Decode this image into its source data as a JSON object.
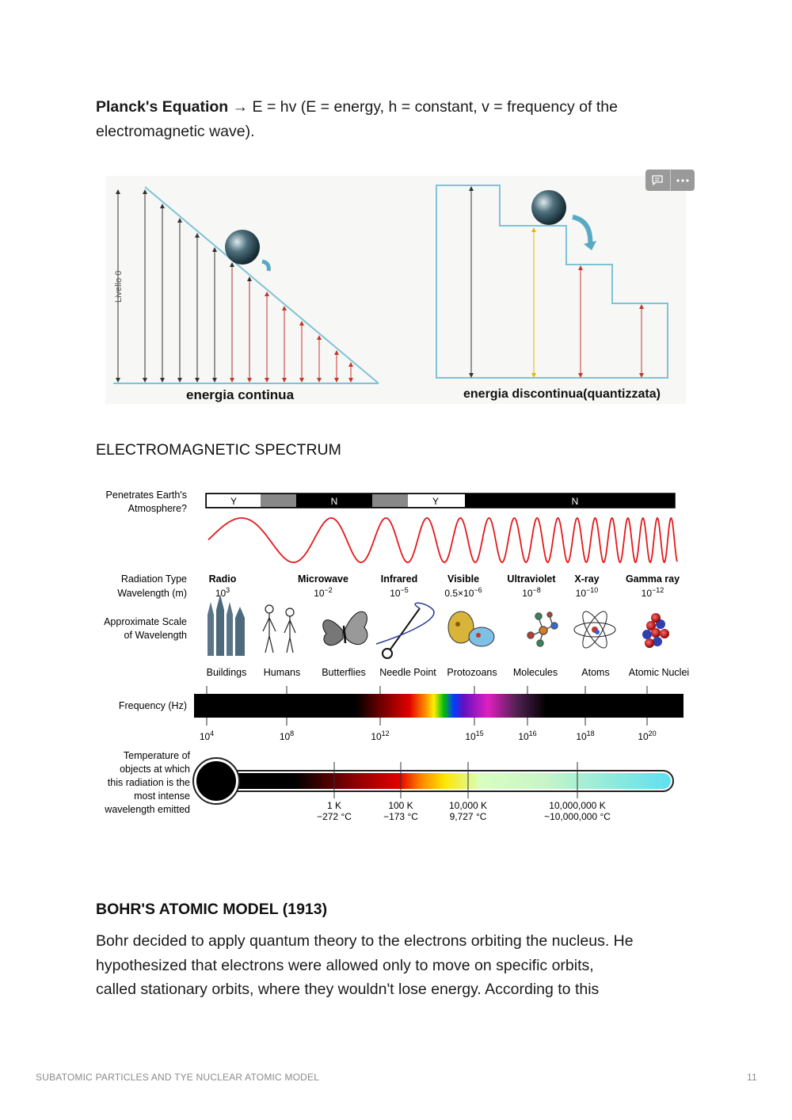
{
  "planck": {
    "term": "Planck's Equation",
    "text": " → E = hv (E = energy, h = constant, v = frequency of the electromagnetic wave)."
  },
  "energy_figure": {
    "left_caption": "energia  continua",
    "right_caption": "energia discontinua(quantizzata)",
    "axis_label": "Livello 0",
    "comment_icon": "comment-icon",
    "more_icon": "more-icon"
  },
  "spectrum_heading": "ELECTROMAGNETIC SPECTRUM",
  "spectrum": {
    "row_labels": {
      "penetrates": [
        "Penetrates Earth's",
        "Atmosphere?"
      ],
      "radiation_type": "Radiation Type",
      "wavelength": "Wavelength (m)",
      "scale": [
        "Approximate Scale",
        "of Wavelength"
      ],
      "frequency": "Frequency (Hz)",
      "temperature": [
        "Temperature of",
        "objects at which",
        "this radiation is the",
        "most intense",
        "wavelength emitted"
      ]
    },
    "atmosphere": [
      "Y",
      "N",
      "Y",
      "N"
    ],
    "types": [
      {
        "name": "Radio",
        "base": "10",
        "exp": "3"
      },
      {
        "name": "Microwave",
        "base": "10",
        "exp": "−2"
      },
      {
        "name": "Infrared",
        "base": "10",
        "exp": "−5"
      },
      {
        "name": "Visible",
        "base": "0.5×10",
        "exp": "−6"
      },
      {
        "name": "Ultraviolet",
        "base": "10",
        "exp": "−8"
      },
      {
        "name": "X-ray",
        "base": "10",
        "exp": "−10"
      },
      {
        "name": "Gamma ray",
        "base": "10",
        "exp": "−12"
      }
    ],
    "scale_objects": [
      "Buildings",
      "Humans",
      "Butterflies",
      "Needle Point",
      "Protozoans",
      "Molecules",
      "Atoms",
      "Atomic Nuclei"
    ],
    "frequencies": [
      {
        "base": "10",
        "exp": "4"
      },
      {
        "base": "10",
        "exp": "8"
      },
      {
        "base": "10",
        "exp": "12"
      },
      {
        "base": "10",
        "exp": "15"
      },
      {
        "base": "10",
        "exp": "16"
      },
      {
        "base": "10",
        "exp": "18"
      },
      {
        "base": "10",
        "exp": "20"
      }
    ],
    "temperatures": [
      {
        "k": "1 K",
        "c": "−272 °C"
      },
      {
        "k": "100 K",
        "c": "−173 °C"
      },
      {
        "k": "10,000 K",
        "c": "9,727 °C"
      },
      {
        "k": "10,000,000 K",
        "c": "~10,000,000 °C"
      }
    ]
  },
  "bohr": {
    "heading": "BOHR'S ATOMIC MODEL (1913)",
    "line1": "Bohr decided to apply quantum theory to the electrons orbiting the nucleus. He",
    "line2": "hypothesized that electrons were allowed only to move on specific orbits,",
    "line3": "called stationary orbits, where they wouldn't lose energy. According to this"
  },
  "footer": {
    "title": "SUBATOMIC PARTICLES AND TYE NUCLEAR ATOMIC MODEL",
    "page": "11"
  }
}
